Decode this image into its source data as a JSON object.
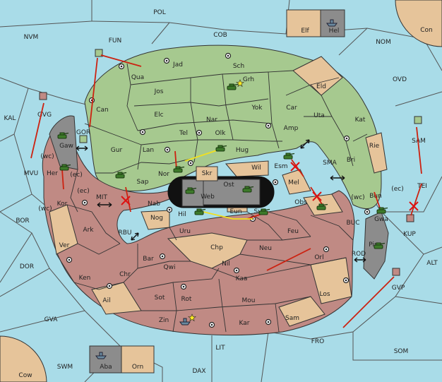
{
  "colors": {
    "sea": "#a9dce8",
    "green_power": "#a6c98f",
    "red_power": "#c08a84",
    "neutral": "#e6c49a",
    "impassable": "#8c8c8c",
    "order_move": "#cc2211",
    "order_support": "#f0e020"
  },
  "unit_icons": {
    "army": "tank-icon",
    "fleet": "ship-icon",
    "supply_center": "supply-center-icon",
    "star": "star-icon"
  },
  "sea_regions": [
    "POL",
    "NVM",
    "FUN",
    "COB",
    "NOM",
    "OVD",
    "KAL",
    "MVU",
    "BOR",
    "DOR",
    "GVA",
    "SWM",
    "DAX",
    "LIT",
    "FRO",
    "SOM",
    "ALT",
    "SMA",
    "MIT",
    "RBU",
    "BUC",
    "ROD",
    "Con",
    "Cow"
  ],
  "green_regions": [
    "Jad",
    "Sch",
    "Qua",
    "Jos",
    "Grh",
    "Eld",
    "Can",
    "Elc",
    "Nar",
    "Yok",
    "Car",
    "Uta",
    "Kat",
    "Tel",
    "Olk",
    "Amp",
    "Gur",
    "Lan",
    "Hug",
    "Rie",
    "Nor",
    "Wil",
    "Esm",
    "Bri",
    "Sap"
  ],
  "red_regions": [
    "Gaw",
    "Her",
    "Kor",
    "Nab",
    "Mel",
    "Obs",
    "Bun",
    "Gwa",
    "Hil",
    "Eun",
    "Sun",
    "Ark",
    "Uru",
    "Feu",
    "Ver",
    "Ken",
    "Chr",
    "Bar",
    "Qwi",
    "Neu",
    "Orl",
    "Kaa",
    "Ail",
    "Sot",
    "Rot",
    "Mou",
    "Los",
    "Zin",
    "Kar",
    "Sam",
    "Nog",
    "Chp",
    "Nil"
  ],
  "neutral_labels": [
    "Elf",
    "Aba",
    "Orn"
  ],
  "impassable_labels": [
    "Hel",
    "Skr",
    "Web",
    "Ost",
    "Pir"
  ],
  "coast_labels": [
    "(wc)",
    "(ec)",
    "(wc)",
    "(ec)",
    "(wc)",
    "(ec)"
  ],
  "home_centers": [
    "GVG",
    "GOR",
    "SAM",
    "TEI",
    "KUP",
    "GVP"
  ]
}
